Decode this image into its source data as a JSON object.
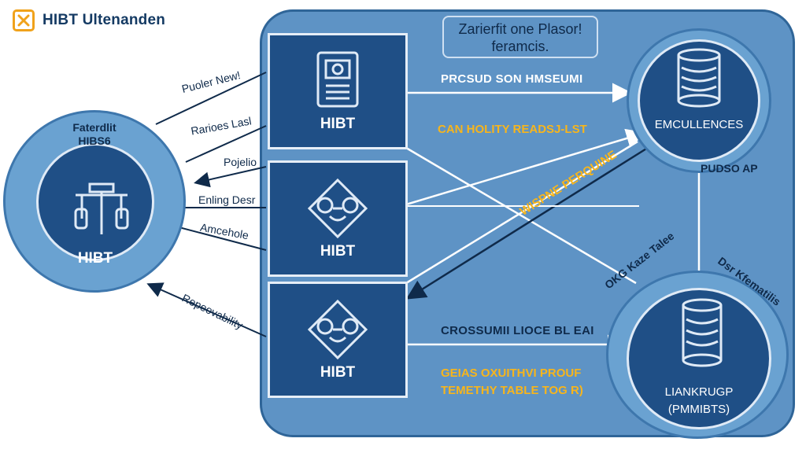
{
  "header": {
    "title": "HIBT Ultenanden",
    "logo_icon": "x-box-icon"
  },
  "callout": {
    "line1": "Zarierfit one Plasor!",
    "line2": "feramcis."
  },
  "left_circle": {
    "top_line1": "Faterdlit",
    "top_line2": "HIBS6",
    "label": "HIBT",
    "icon": "gantry-icon"
  },
  "left_links": [
    {
      "label": "Puoler New!"
    },
    {
      "label": "Rarioes Lasl"
    },
    {
      "label": "Pojelio"
    },
    {
      "label": "Enling Desr"
    },
    {
      "label": "Amcehole"
    },
    {
      "label": "Repeovability"
    }
  ],
  "nodes": [
    {
      "label": "HIBT",
      "icon": "device-panel-icon"
    },
    {
      "label": "HIBT",
      "icon": "hands-emblem-icon"
    },
    {
      "label": "HIBT",
      "icon": "hands-emblem-icon"
    }
  ],
  "flows": {
    "f1": "PRCSUD SON HMSEUMI",
    "f2": "CAN HOLITY READSJ-LST",
    "f3": "WISPNE PERQUINE",
    "f4": "CROSSUMII LIOCE BL EAI",
    "f5_line1": "GEIAS OXUITHVI PROUF",
    "f5_line2": "TEMETHY TABLE TOG R)"
  },
  "right_top": {
    "label": "EMCULLENCES",
    "side_label": "PUDSO AP",
    "icon": "database-coil-icon"
  },
  "right_bottom": {
    "label_line1": "LIANKRUGP",
    "label_line2": "(PMMIBTS)",
    "arc_left": "OKG Kaze Talee",
    "arc_right": "Dsr Kfematilis",
    "icon": "database-coil-icon"
  },
  "colors": {
    "panel": "#5e93c5",
    "node": "#1f4f86",
    "accent": "#f7b51c",
    "logo": "#f0a21b"
  }
}
